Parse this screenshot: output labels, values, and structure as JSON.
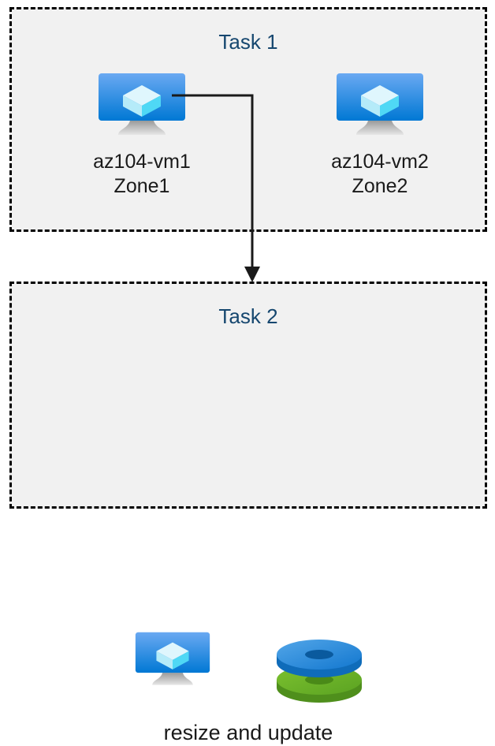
{
  "diagram": {
    "title": "Azure VM tasks diagram",
    "background_color": "#ffffff",
    "box_fill_color": "#f1f1f1",
    "box_border_color": "#000000",
    "title_color": "#16476f",
    "label_color": "#1a1a1a",
    "connector_color": "#1a1a1a"
  },
  "task1": {
    "title": "Task 1",
    "nodes": [
      {
        "icon": "virtual-machine-icon",
        "label": "az104-vm1\nZone1",
        "name": "az104-vm1",
        "zone": "Zone1"
      },
      {
        "icon": "virtual-machine-icon",
        "label": "az104-vm2\nZone2",
        "name": "az104-vm2",
        "zone": "Zone2"
      }
    ]
  },
  "task2": {
    "title": "Task 2",
    "caption": "resize and update",
    "nodes": [
      {
        "icon": "virtual-machine-icon",
        "label": ""
      },
      {
        "icon": "managed-disks-icon",
        "label": "",
        "disk_top_color": "#1b86d8",
        "disk_bottom_color": "#6cb92c"
      }
    ]
  },
  "connector": {
    "from": "az104-vm1",
    "to": "Task 2",
    "arrow": "down-arrow-icon"
  },
  "icons": {
    "vm_screen_top_color": "#5aa0ef",
    "vm_screen_bottom_color": "#0078d4",
    "vm_cube_color": "#c3f1fb",
    "vm_stand_color": "#b3b3b3"
  }
}
